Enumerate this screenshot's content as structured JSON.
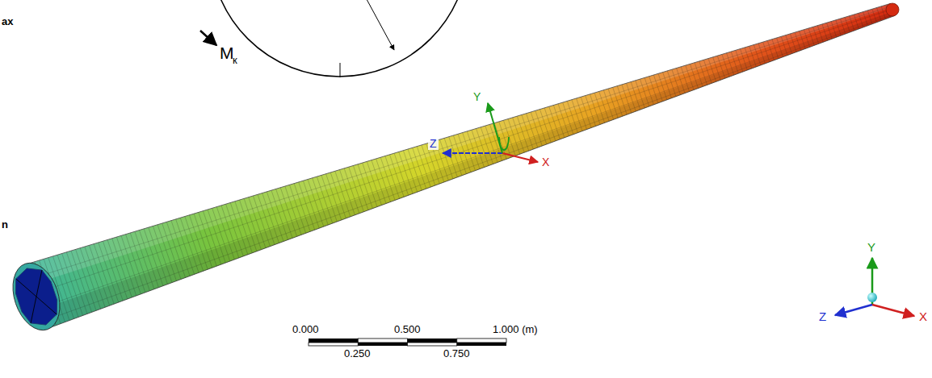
{
  "diagram": {
    "labels": [
      "ax",
      "M",
      "к",
      "n",
      "Y",
      "Z",
      "X",
      "0.000",
      "0.500",
      "1.000 (m)",
      "0.250",
      "0.750",
      "Y",
      "Z",
      "X"
    ]
  }
}
